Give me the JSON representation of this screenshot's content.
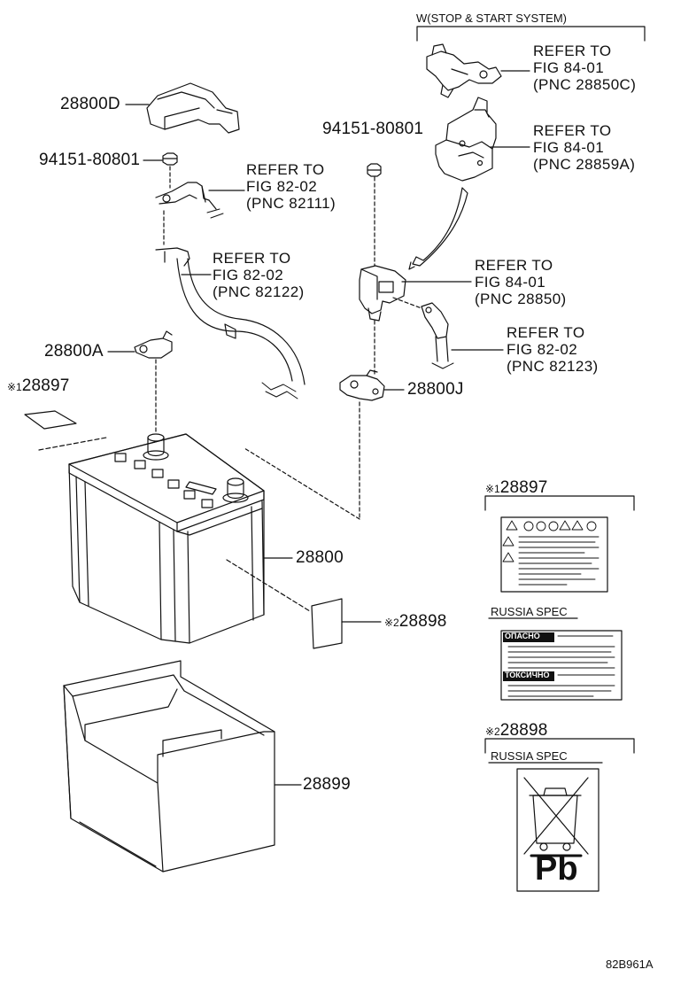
{
  "header": {
    "stop_start_label": "W(STOP & START SYSTEM)"
  },
  "refs": {
    "r1": {
      "line1": "REFER TO",
      "line2": "FIG 84-01",
      "line3": "(PNC 28850C)"
    },
    "r2": {
      "line1": "REFER TO",
      "line2": "FIG 84-01",
      "line3": "(PNC 28859A)"
    },
    "r3": {
      "line1": "REFER TO",
      "line2": "FIG 82-02",
      "line3": "(PNC 82111)"
    },
    "r4": {
      "line1": "REFER TO",
      "line2": "FIG 82-02",
      "line3": "(PNC 82122)"
    },
    "r5": {
      "line1": "REFER TO",
      "line2": "FIG 84-01",
      "line3": "(PNC 28850)"
    },
    "r6": {
      "line1": "REFER TO",
      "line2": "FIG 82-02",
      "line3": "(PNC 82123)"
    }
  },
  "parts": {
    "p28800D": "28800D",
    "p94151_left": "94151-80801",
    "p94151_center": "94151-80801",
    "p28800A": "28800A",
    "p28897_left": "28897",
    "p28800J": "28800J",
    "p28800": "28800",
    "p28898_mid": "28898",
    "p28899": "28899",
    "p28897_right": "28897",
    "p28898_right": "28898"
  },
  "marks": {
    "note1": "※1",
    "note2": "※2"
  },
  "spec": {
    "russia1": "RUSSIA SPEC",
    "russia2": "RUSSIA SPEC"
  },
  "warning": {
    "text1": "ОПАСНО",
    "text2": "ТОКСИЧНО",
    "pb": "Pb"
  },
  "footer": {
    "code": "82B961A"
  }
}
